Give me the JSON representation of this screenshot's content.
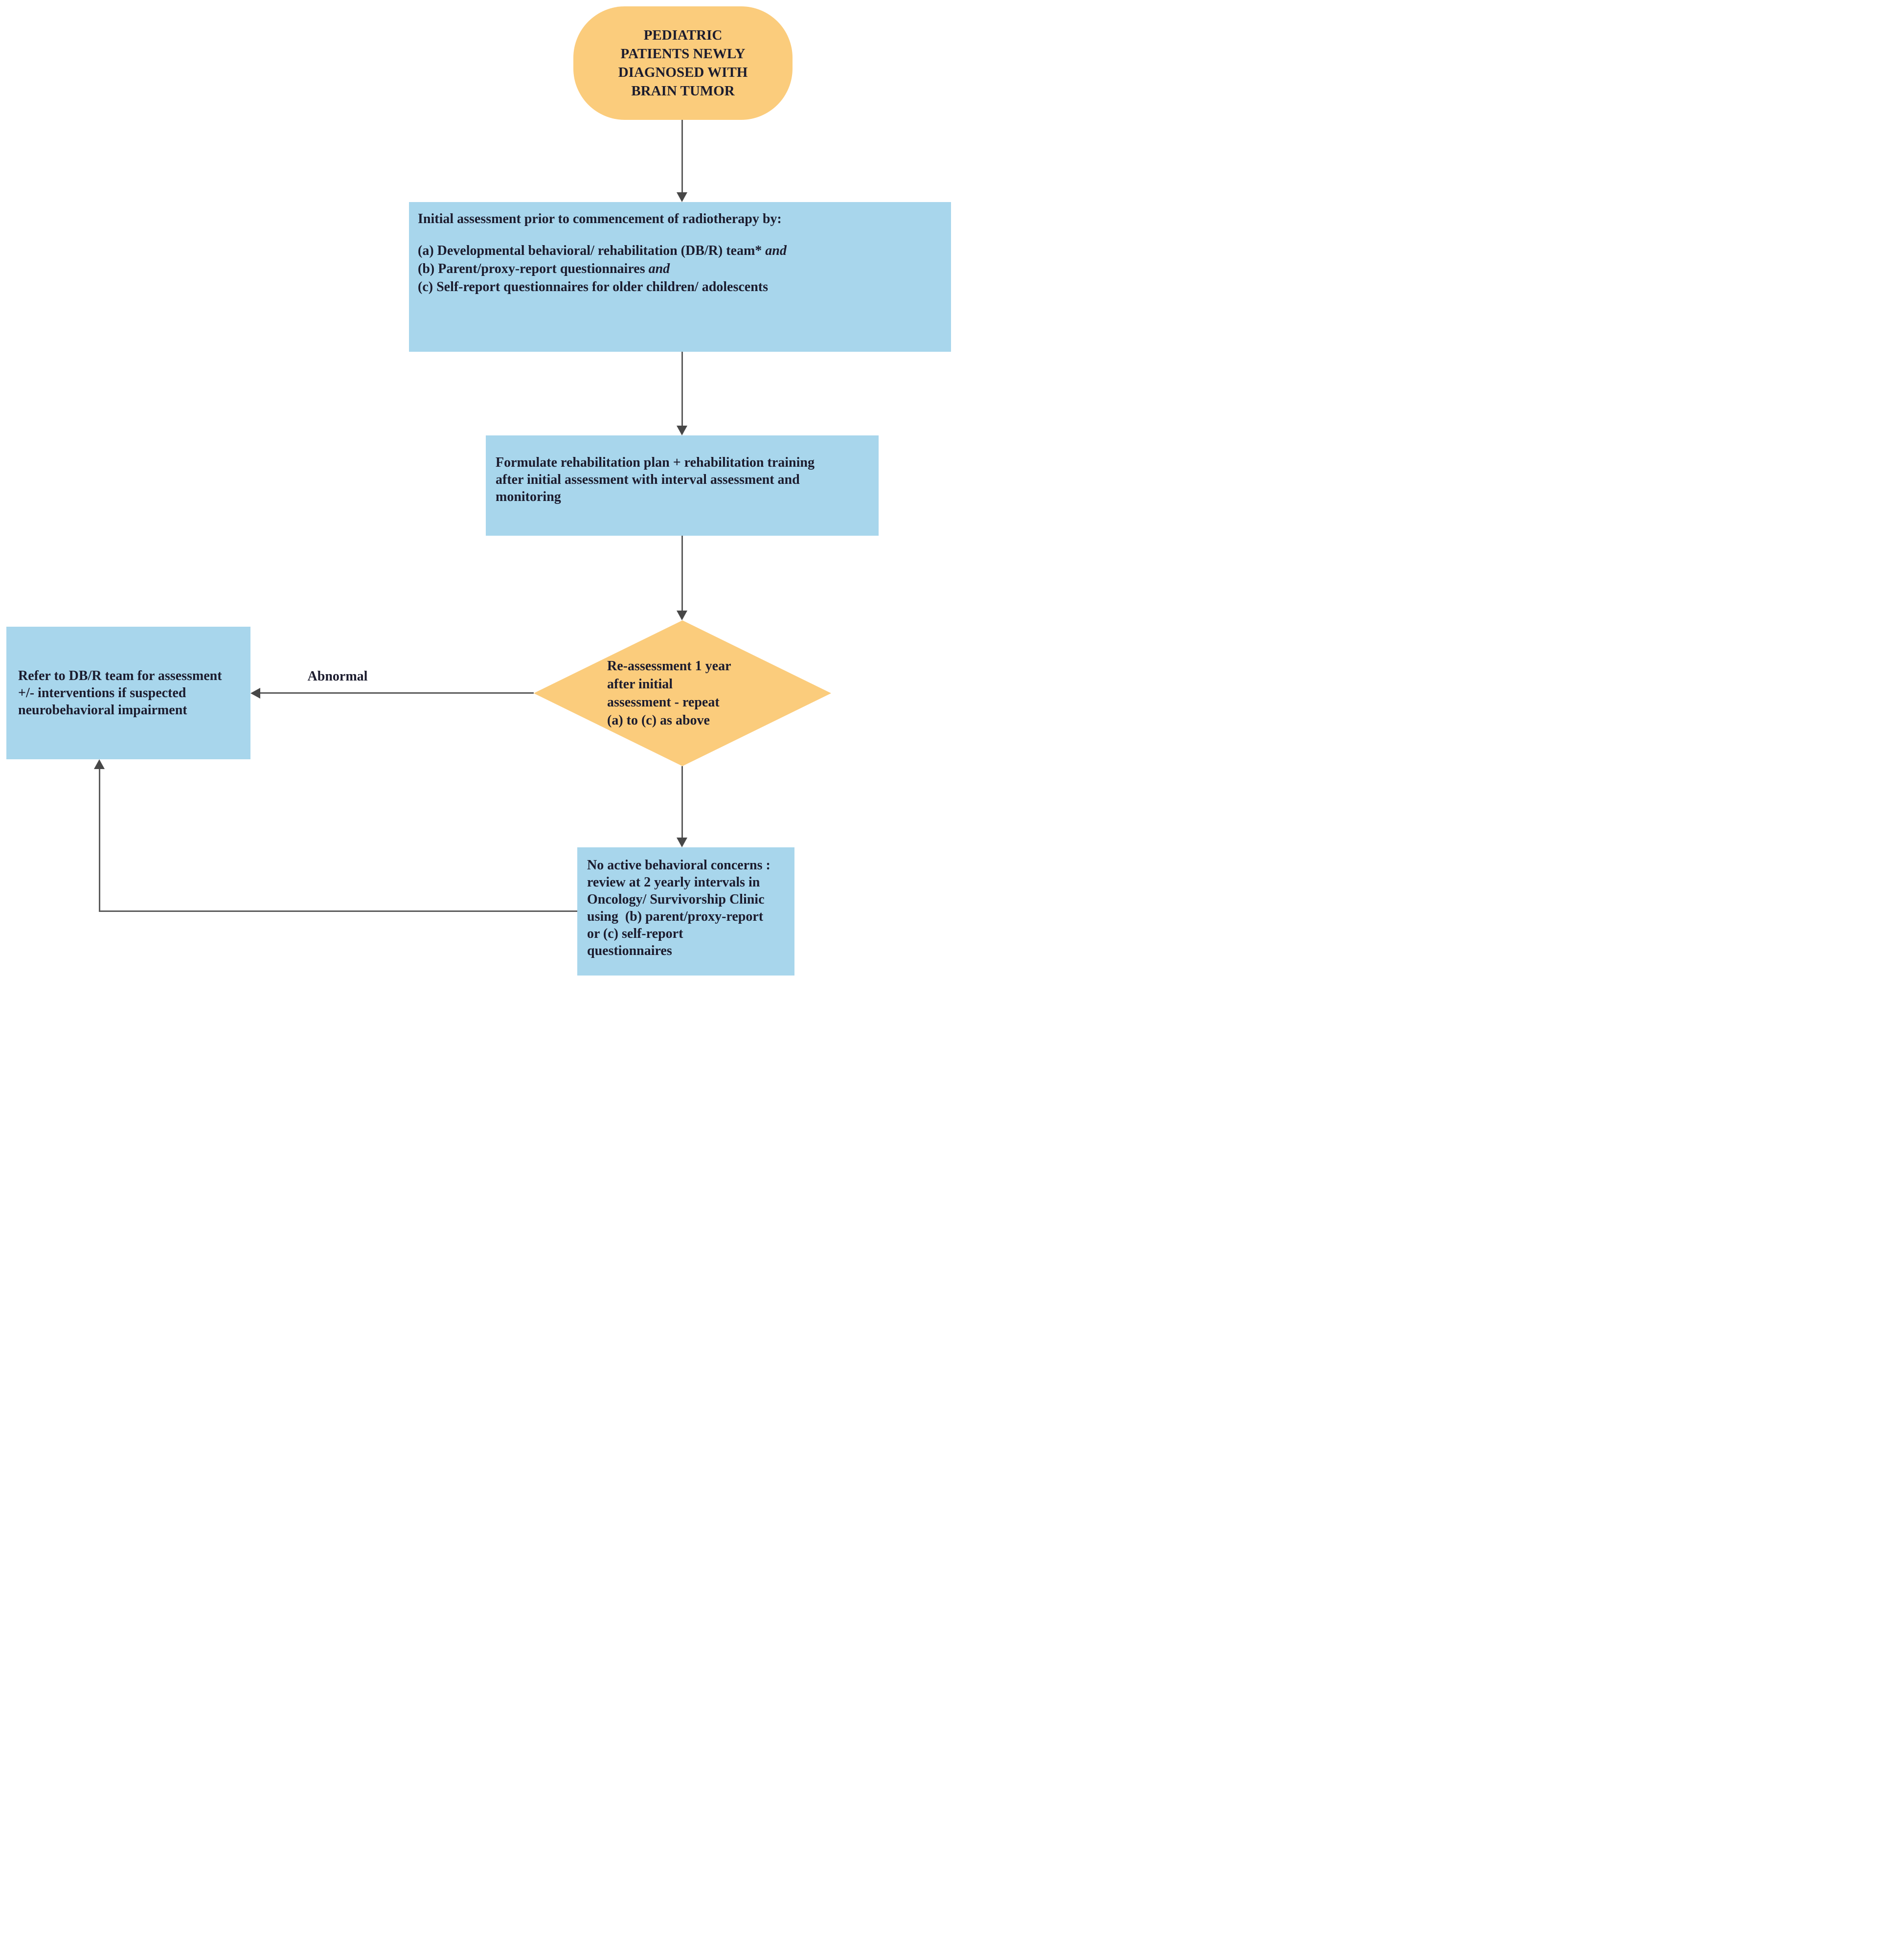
{
  "colors": {
    "node_orange": "#FBCC7C",
    "node_blue": "#A8D6EC",
    "ink": "#1C1C2E",
    "arrow": "#5B5B5B",
    "arrowhead": "#474747",
    "bg": "#FFFFFF"
  },
  "nodes": {
    "start": {
      "lines": [
        "PEDIATRIC",
        "PATIENTS NEWLY",
        "DIAGNOSED WITH",
        "BRAIN TUMOR"
      ]
    },
    "initial_assessment": {
      "title": "Initial assessment prior to commencement of radiotherapy by:",
      "items": [
        {
          "main": "(a) Developmental behavioral/ rehabilitation (DB/R) team* ",
          "emphasis": "and"
        },
        {
          "main": "(b) Parent/proxy-report questionnaires ",
          "emphasis": "and"
        },
        {
          "main": "(c) Self-report questionnaires for older children/ adolescents",
          "emphasis": ""
        }
      ]
    },
    "formulate_plan": {
      "lines": [
        "Formulate rehabilitation plan + rehabilitation training",
        "after initial assessment with interval assessment and",
        "monitoring"
      ]
    },
    "reassessment_decision": {
      "lines": [
        "Re-assessment 1 year",
        "after initial",
        "assessment - repeat",
        "(a) to (c) as above"
      ]
    },
    "refer_dbr_team": {
      "lines": [
        "Refer to DB/R team for assessment",
        "+/- interventions if suspected",
        "neurobehavioral impairment"
      ]
    },
    "no_active_concerns": {
      "lines": [
        "No active behavioral concerns :",
        "review at 2 yearly intervals in",
        "Oncology/ Survivorship Clinic",
        "using  (b) parent/proxy-report",
        "or (c) self-report",
        "questionnaires"
      ]
    }
  },
  "edges": {
    "abnormal_label": "Abnormal"
  }
}
